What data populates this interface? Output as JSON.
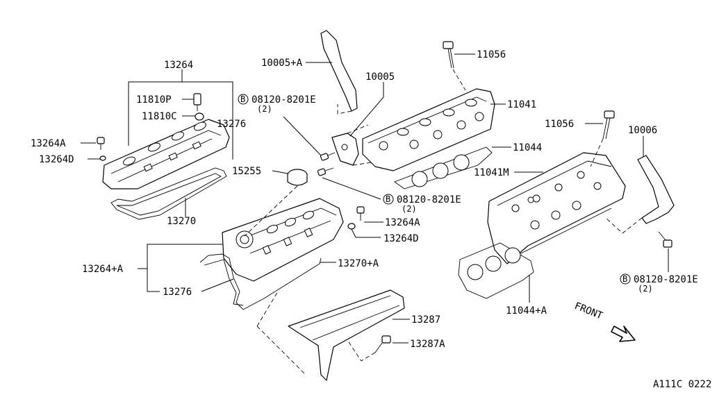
{
  "labels": {
    "p13264": "13264",
    "p11810p": "11810P",
    "p11810c": "11810C",
    "p13276_top": "13276",
    "p13264a_left": "13264A",
    "p13264d_left": "13264D",
    "p13270": "13270",
    "p10005a": "10005+A",
    "p10005": "10005",
    "p08120_1": "08120-8201E",
    "p08120_1_qty": "(2)",
    "p15255": "15255",
    "p08120_2": "08120-8201E",
    "p08120_2_qty": "(2)",
    "p13264a_mid": "13264A",
    "p13264d_mid": "13264D",
    "p13264a_plus": "13264+A",
    "p13270a": "13270+A",
    "p13276_bot": "13276",
    "p13287": "13287",
    "p13287a": "13287A",
    "p11056_top": "11056",
    "p11041": "11041",
    "p11044": "11044",
    "p11056_right": "11056",
    "p10006": "10006",
    "p11041m": "11041M",
    "p08120_3": "08120-8201E",
    "p08120_3_qty": "(2)",
    "p11044a": "11044+A",
    "front": "FRONT",
    "diagram_code": "A111C 0222",
    "bolt_marker": "B"
  },
  "icons": {
    "bolt_marker": "circled-b-icon",
    "front_arrow": "front-arrow-icon"
  }
}
